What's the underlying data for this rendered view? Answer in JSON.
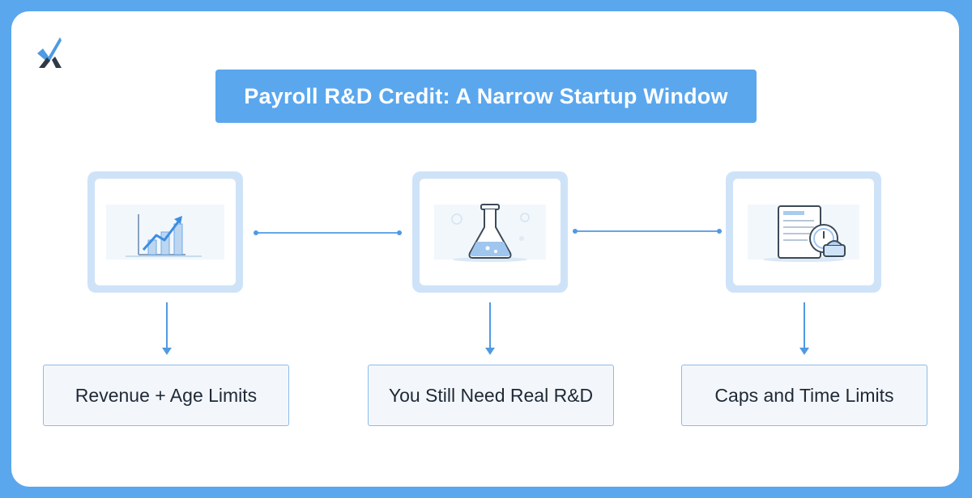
{
  "title": "Payroll R&D Credit: A Narrow Startup Window",
  "steps": [
    {
      "label": "Revenue + Age Limits",
      "icon": "growth-chart-icon"
    },
    {
      "label": "You Still Need Real R&D",
      "icon": "lab-flask-icon"
    },
    {
      "label": "Caps and Time Limits",
      "icon": "document-clock-icon"
    }
  ],
  "colors": {
    "background": "#5aa7ee",
    "card": "#ffffff",
    "accent": "#5aa7ee",
    "frame": "#cfe3f8",
    "connector": "#4f9ae2",
    "label_border": "#8cbcea",
    "label_fill": "#f3f7fb",
    "text": "#1f2937",
    "logo_blue": "#4f9ae2",
    "logo_dark": "#2f3a46"
  }
}
